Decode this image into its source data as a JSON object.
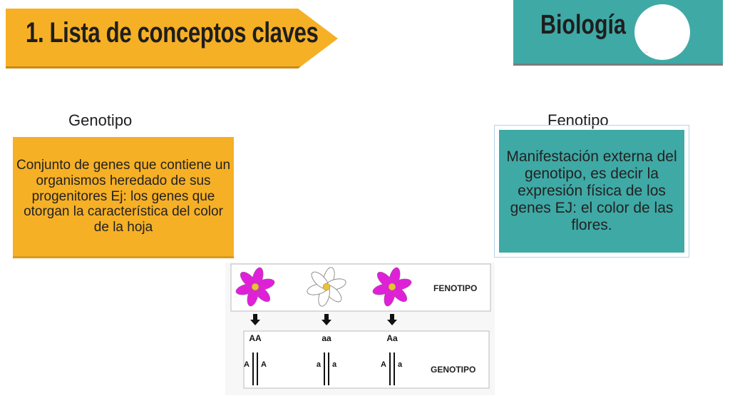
{
  "header": {
    "title": "1. Lista de conceptos claves",
    "subject": "Biología"
  },
  "concepts": {
    "genotipo": {
      "heading": "Genotipo",
      "definition": "Conjunto de genes que contiene un organismos heredado de sus progenitores Ej: los genes que otorgan la característica del color de la hoja"
    },
    "fenotipo": {
      "heading": "Fenotipo",
      "definition": "Manifestación externa del genotipo, es decir la expresión física de los genes EJ: el color de las flores."
    }
  },
  "figure": {
    "fenotipo_label": "FENOTIPO",
    "genotipo_label": "GENOTIPO",
    "columns": [
      {
        "genotype": "AA",
        "allele_left": "A",
        "allele_right": "A",
        "flower_color": "#e020d8"
      },
      {
        "genotype": "aa",
        "allele_left": "a",
        "allele_right": "a",
        "flower_color": "#ffffff"
      },
      {
        "genotype": "Aa",
        "allele_left": "A",
        "allele_right": "a",
        "flower_color": "#e020d8"
      }
    ]
  },
  "colors": {
    "accent_orange": "#f6b026",
    "accent_teal": "#3fa9a5"
  }
}
